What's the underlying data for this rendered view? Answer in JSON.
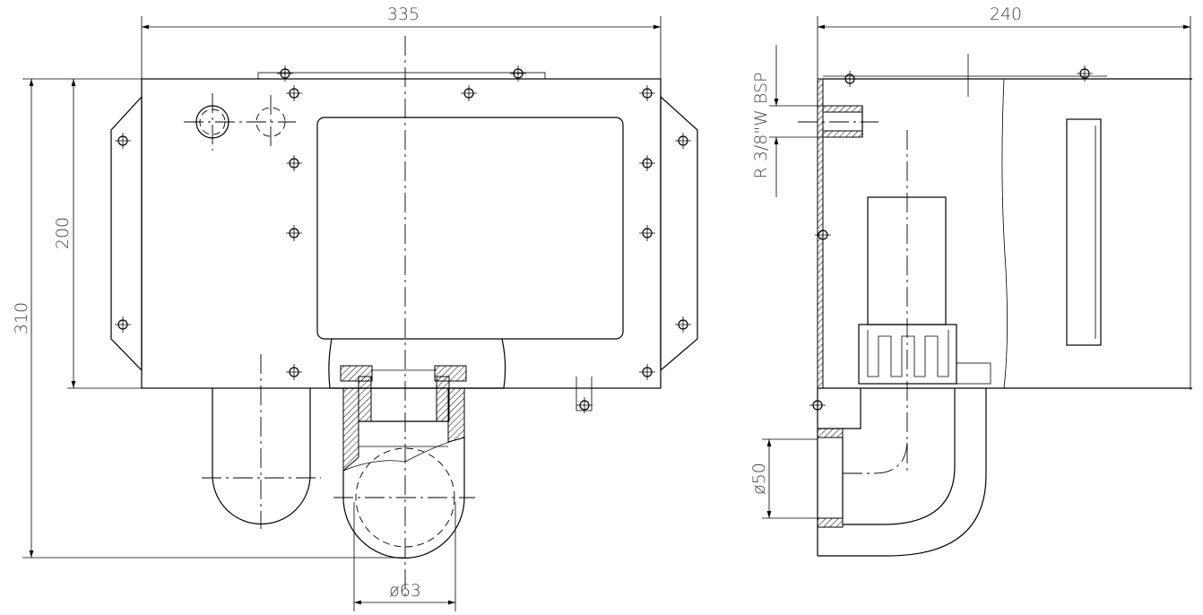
{
  "front_view": {
    "width_label": "335",
    "height_total_label": "310",
    "height_box_label": "200",
    "outlet_diameter_label": "ø63"
  },
  "side_view": {
    "depth_label": "240",
    "thread_label": "R 3/8\"W BSP",
    "inlet_diameter_label": "ø50"
  }
}
